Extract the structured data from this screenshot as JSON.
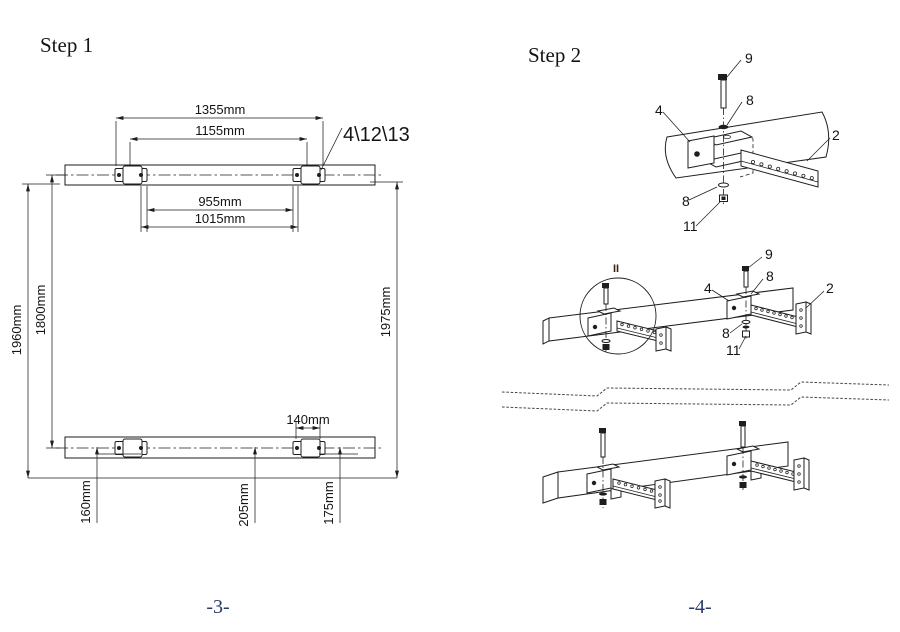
{
  "left_page": {
    "title": "Step 1",
    "page_number": "-3-",
    "callout_label": "4\\12\\13",
    "dimensions": {
      "top_outer": "1355mm",
      "top_inner": "1155mm",
      "mid_inner": "955mm",
      "mid_outer": "1015mm",
      "left_outer": "1960mm",
      "left_inner": "1800mm",
      "right": "1975mm",
      "bracket_spacing": "140mm",
      "bottom_left": "160mm",
      "bottom_center": "205mm",
      "bottom_right": "175mm"
    }
  },
  "right_page": {
    "title": "Step 2",
    "page_number": "-4-",
    "detail_marker": "II",
    "figure_detail_labels": {
      "bolt": "9",
      "washer_top": "8",
      "bracket": "4",
      "arm": "2",
      "washer_bottom": "8",
      "nut": "11"
    },
    "figure_overview_labels": {
      "bolt": "9",
      "washer_top": "8",
      "bracket": "4",
      "arm": "2",
      "washer_bottom": "8",
      "nut": "11"
    }
  },
  "colors": {
    "ink": "#1e1e1e",
    "page_number_ink": "#2b3a69",
    "paper": "#ffffff"
  }
}
